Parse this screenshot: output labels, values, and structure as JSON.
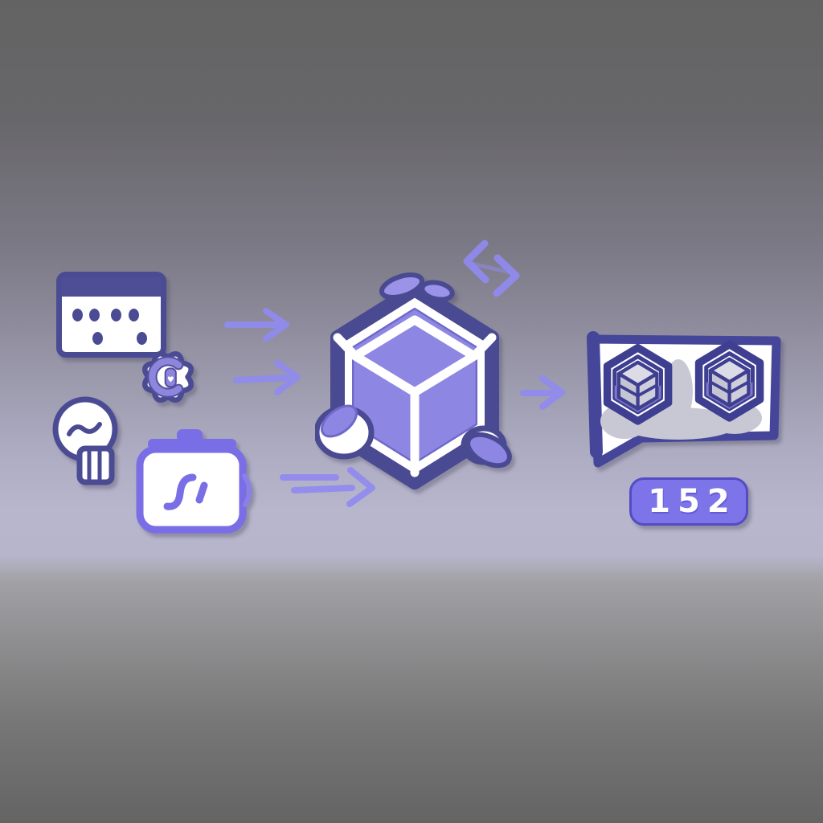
{
  "illustration": {
    "badge": {
      "count": "152"
    },
    "icons": [
      {
        "name": "app-window-icon",
        "desc": "window card with dot grid"
      },
      {
        "name": "gear-icon",
        "desc": "scalloped gear with C emblem and heart"
      },
      {
        "name": "lightbulb-icon",
        "desc": "bulb with wavy filament and striped base"
      },
      {
        "name": "pot-icon",
        "desc": "lidded pot with squiggle glyph"
      },
      {
        "name": "package-cube-icon",
        "desc": "large hexagonal 3D package with ribbon"
      },
      {
        "name": "sync-arrows-icon",
        "desc": "bidirectional chevron arrows"
      },
      {
        "name": "flow-arrow",
        "desc": "right-pointing process arrows"
      },
      {
        "name": "chat-panel",
        "desc": "speech bubble panel holding two cube items"
      },
      {
        "name": "cube-item-icon",
        "desc": "small hexagonal boxed cube"
      }
    ],
    "colors": {
      "background_top": "#636363",
      "background_middle": "#b8b6cc",
      "background_bottom": "#646464",
      "indigo_dark": "#4b4b94",
      "panel_indigo": "#45459a",
      "purple_fill": "#8d87e3",
      "arrow_purple": "#918af0",
      "pot_purple": "#7a6ee6",
      "badge_purple": "#7c74e8",
      "cloud_gray": "#c8c8d4"
    }
  }
}
